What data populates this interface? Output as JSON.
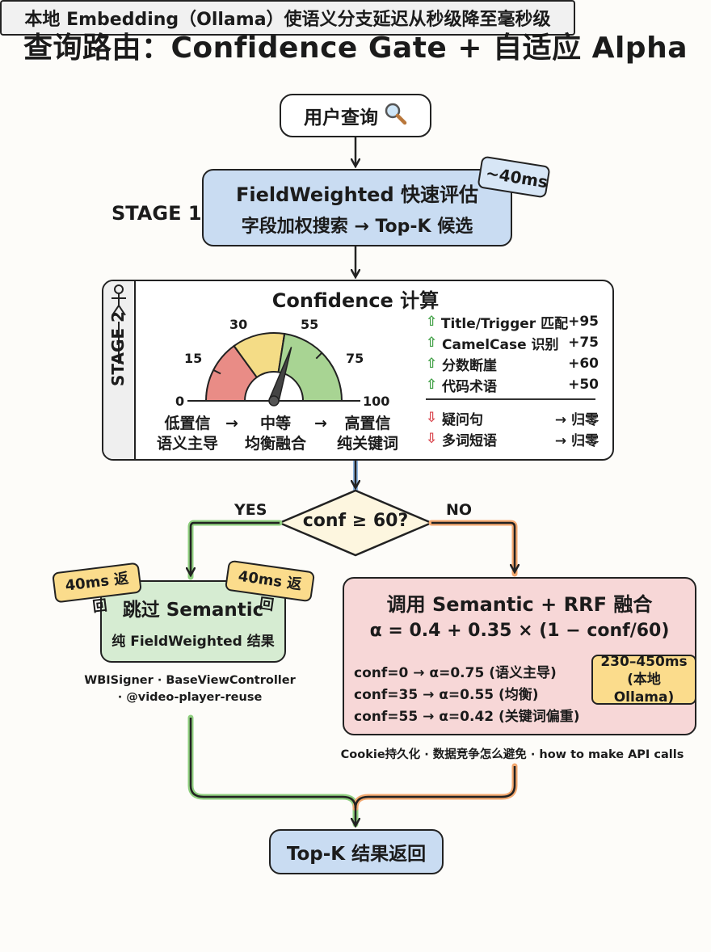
{
  "title": "查询路由：Confidence Gate + 自适应 Alpha",
  "user_query": {
    "label": "用户查询",
    "icon": "magnifier-icon"
  },
  "stage1": {
    "side_label": "STAGE 1",
    "line1": "FieldWeighted 快速评估",
    "line2": "字段加权搜索 → Top-K 候选",
    "latency_tag": "~40ms"
  },
  "stage2": {
    "side_label": "STAGE 2",
    "title": "Confidence 计算",
    "gauge": {
      "value": 60,
      "ticks": [
        "0",
        "15",
        "30",
        "55",
        "75",
        "100"
      ],
      "zone_colors": [
        "#e98c86",
        "#f4dc86",
        "#a8d493"
      ]
    },
    "captions": {
      "low": "低置信",
      "mid": "中等",
      "high": "高置信",
      "low_sub": "语义主导",
      "mid_sub": "均衡融合",
      "high_sub": "纯关键词",
      "arrow": "→"
    },
    "factors_up": [
      {
        "name": "Title/Trigger 匹配",
        "value": "+95"
      },
      {
        "name": "CamelCase 识别",
        "value": "+75"
      },
      {
        "name": "分数断崖",
        "value": "+60"
      },
      {
        "name": "代码术语",
        "value": "+50"
      }
    ],
    "factors_down": [
      {
        "name": "疑问句",
        "value": "→ 归零"
      },
      {
        "name": "多词短语",
        "value": "→ 归零"
      }
    ]
  },
  "decision": {
    "label": "conf ≥ 60?",
    "yes": "YES",
    "no": "NO"
  },
  "yes_branch": {
    "title": "跳过 Semantic",
    "subtitle": "纯 FieldWeighted 结果",
    "tag_left": "40ms 返回",
    "tag_right": "40ms 返回",
    "note_line1": "WBISigner · BaseViewController",
    "note_line2": "· @video-player-reuse"
  },
  "no_branch": {
    "title": "调用 Semantic + RRF 融合",
    "formula": "α = 0.4 + 0.35 × (1 − conf/60)",
    "examples": [
      "conf=0  → α=0.75 (语义主导)",
      "conf=35 → α=0.55 (均衡)",
      "conf=55 → α=0.42 (关键词偏重)"
    ],
    "latency_line1": "230–450ms",
    "latency_line2": "(本地 Ollama)",
    "note": "Cookie持久化 · 数据竞争怎么避免 · how to make API calls"
  },
  "result": {
    "label": "Top-K 结果返回"
  },
  "footer": "本地 Embedding（Ollama）使语义分支延迟从秒级降至毫秒级",
  "colors": {
    "blue_fill": "#c9dcf2",
    "green_fill": "#d6ecd2",
    "pink_fill": "#f7d7d7",
    "yellow_tag": "#fbdc8c",
    "green_line": "#8fcf7f",
    "orange_line": "#f2a870"
  }
}
